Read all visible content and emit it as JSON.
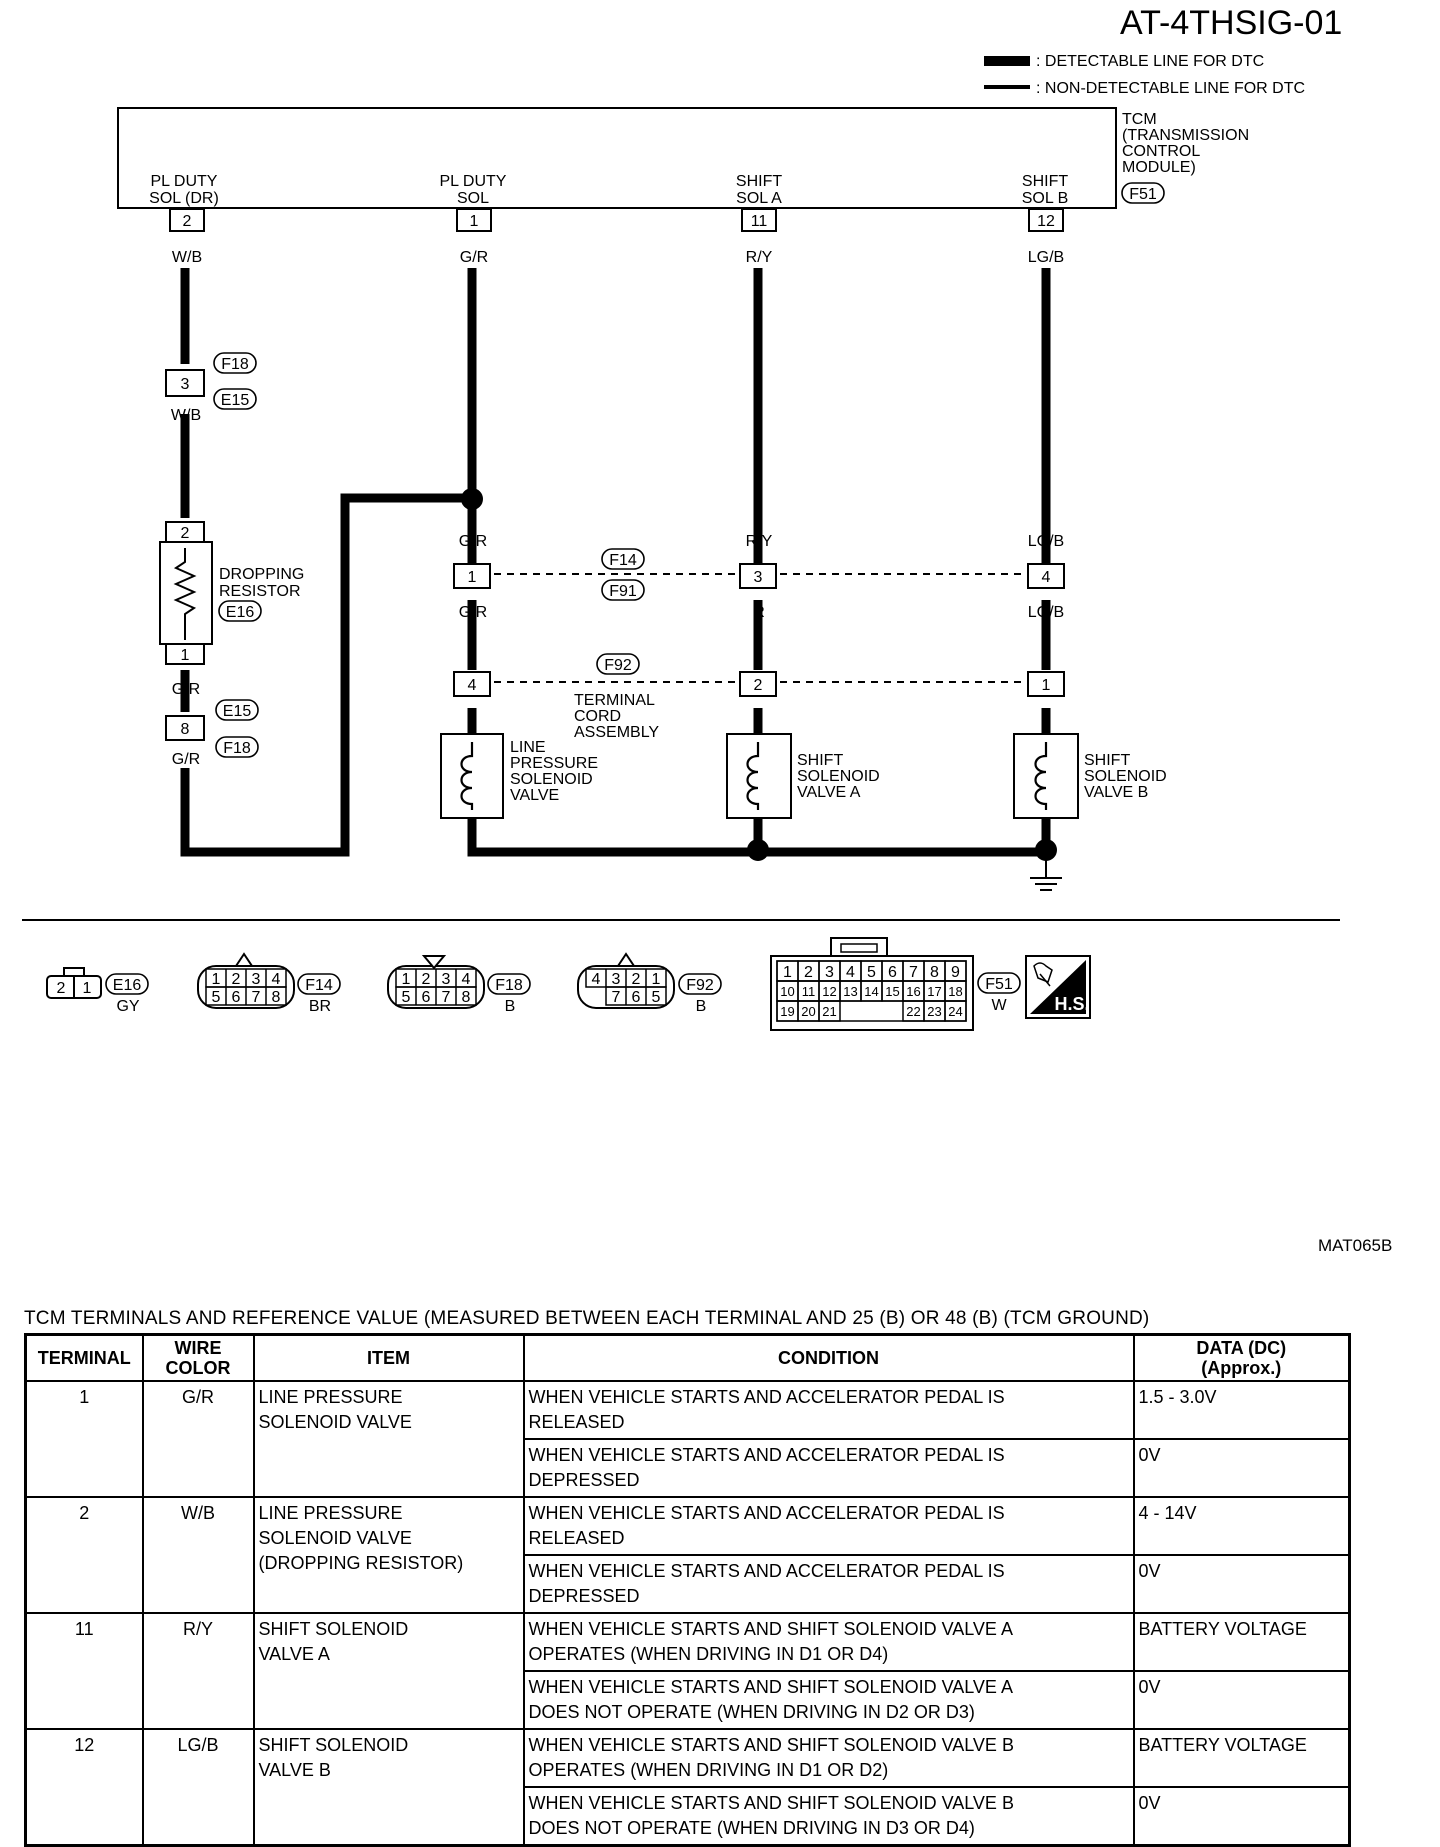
{
  "header": {
    "diagram_code": "AT-4THSIG-01",
    "legend_detectable": ": DETECTABLE LINE FOR DTC",
    "legend_non_detectable": ": NON-DETECTABLE LINE FOR DTC"
  },
  "tcm": {
    "name_line1": "TCM",
    "name_line2": "(TRANSMISSION",
    "name_line3": "CONTROL",
    "name_line4": "MODULE)",
    "connector": "F51",
    "pins": [
      {
        "label1": "PL DUTY",
        "label2": "SOL (DR)",
        "pin": "2",
        "wire": "W/B"
      },
      {
        "label1": "PL DUTY",
        "label2": "SOL",
        "pin": "1",
        "wire": "G/R"
      },
      {
        "label1": "SHIFT",
        "label2": "SOL A",
        "pin": "11",
        "wire": "R/Y"
      },
      {
        "label1": "SHIFT",
        "label2": "SOL B",
        "pin": "12",
        "wire": "LG/B"
      }
    ]
  },
  "resistor_branch": {
    "conn_a_top": "F18",
    "conn_a_bottom": "E15",
    "conn_a_pin": "3",
    "wire_after_a": "W/B",
    "resistor_top_pin": "2",
    "resistor_bottom_pin": "1",
    "resistor_label1": "DROPPING",
    "resistor_label2": "RESISTOR",
    "resistor_conn": "E16",
    "wire_after_resistor": "G/R",
    "conn_b_top": "E15",
    "conn_b_bottom": "F18",
    "conn_b_pin": "8",
    "wire_after_b": "G/R"
  },
  "mid_connectors": {
    "f14": "F14",
    "f91": "F91",
    "f92": "F92",
    "wires_above": [
      "G/R",
      "R/Y",
      "LG/B"
    ],
    "pins_upper": [
      "1",
      "3",
      "4"
    ],
    "wires_between": [
      "G/R",
      "R",
      "LG/B"
    ],
    "pins_lower": [
      "4",
      "2",
      "1"
    ],
    "cord_label1": "TERMINAL",
    "cord_label2": "CORD",
    "cord_label3": "ASSEMBLY"
  },
  "valves": [
    {
      "l1": "LINE",
      "l2": "PRESSURE",
      "l3": "SOLENOID",
      "l4": "VALVE"
    },
    {
      "l1": "SHIFT",
      "l2": "SOLENOID",
      "l3": "VALVE A",
      "l4": ""
    },
    {
      "l1": "SHIFT",
      "l2": "SOLENOID",
      "l3": "VALVE B",
      "l4": ""
    }
  ],
  "connector_faces": [
    {
      "id": "E16",
      "color": "GY",
      "pins_top": [
        "2",
        "1"
      ]
    },
    {
      "id": "F14",
      "color": "BR",
      "pins_top": [
        "1",
        "2",
        "3",
        "4"
      ],
      "pins_bottom": [
        "5",
        "6",
        "7",
        "8"
      ]
    },
    {
      "id": "F18",
      "color": "B",
      "pins_top": [
        "1",
        "2",
        "3",
        "4"
      ],
      "pins_bottom": [
        "5",
        "6",
        "7",
        "8"
      ]
    },
    {
      "id": "F92",
      "color": "B",
      "pins_top": [
        "4",
        "3",
        "2",
        "1"
      ],
      "pins_bottom": [
        "7",
        "6",
        "5"
      ]
    },
    {
      "id": "F51",
      "color": "W",
      "row1": [
        "1",
        "2",
        "3",
        "4",
        "5",
        "6",
        "7",
        "8",
        "9"
      ],
      "row2": [
        "10",
        "11",
        "12",
        "13",
        "14",
        "15",
        "16",
        "17",
        "18"
      ],
      "row3_left": [
        "19",
        "20",
        "21"
      ],
      "row3_right": [
        "22",
        "23",
        "24"
      ]
    }
  ],
  "hs_badge": "H.S.",
  "figure_code": "MAT065B",
  "table": {
    "title": "TCM TERMINALS AND REFERENCE VALUE (MEASURED BETWEEN EACH TERMINAL AND 25 (B) OR 48 (B) (TCM GROUND)",
    "headers": [
      "TERMINAL",
      "WIRE COLOR",
      "ITEM",
      "CONDITION",
      "DATA (DC)",
      "(Approx.)"
    ],
    "rows": [
      {
        "terminal": "1",
        "wire": "G/R",
        "item1": "LINE PRESSURE",
        "item2": "SOLENOID VALVE",
        "item3": "",
        "cond_a1": "WHEN VEHICLE STARTS AND ACCELERATOR PEDAL IS",
        "cond_a2": "RELEASED",
        "data_a": "1.5 - 3.0V",
        "cond_b1": "WHEN VEHICLE STARTS AND ACCELERATOR PEDAL IS",
        "cond_b2": "DEPRESSED",
        "data_b": "0V"
      },
      {
        "terminal": "2",
        "wire": "W/B",
        "item1": "LINE PRESSURE",
        "item2": "SOLENOID VALVE",
        "item3": "(DROPPING RESISTOR)",
        "cond_a1": "WHEN VEHICLE STARTS AND ACCELERATOR PEDAL IS",
        "cond_a2": "RELEASED",
        "data_a": "4 - 14V",
        "cond_b1": "WHEN VEHICLE STARTS AND ACCELERATOR PEDAL IS",
        "cond_b2": "DEPRESSED",
        "data_b": "0V"
      },
      {
        "terminal": "11",
        "wire": "R/Y",
        "item1": "SHIFT SOLENOID",
        "item2": "VALVE A",
        "item3": "",
        "cond_a1": "WHEN VEHICLE STARTS AND SHIFT SOLENOID VALVE A",
        "cond_a2": "OPERATES (WHEN DRIVING IN D1 OR D4)",
        "data_a": "BATTERY VOLTAGE",
        "cond_b1": "WHEN VEHICLE STARTS AND SHIFT SOLENOID VALVE A",
        "cond_b2": "DOES NOT OPERATE (WHEN DRIVING IN D2 OR D3)",
        "data_b": "0V"
      },
      {
        "terminal": "12",
        "wire": "LG/B",
        "item1": "SHIFT SOLENOID",
        "item2": "VALVE B",
        "item3": "",
        "cond_a1": "WHEN VEHICLE STARTS AND SHIFT SOLENOID VALVE B",
        "cond_a2": "OPERATES (WHEN DRIVING IN D1 OR D2)",
        "data_a": "BATTERY VOLTAGE",
        "cond_b1": "WHEN VEHICLE STARTS AND SHIFT SOLENOID VALVE B",
        "cond_b2": "DOES NOT OPERATE (WHEN DRIVING IN D3 OR D4)",
        "data_b": "0V"
      }
    ]
  }
}
